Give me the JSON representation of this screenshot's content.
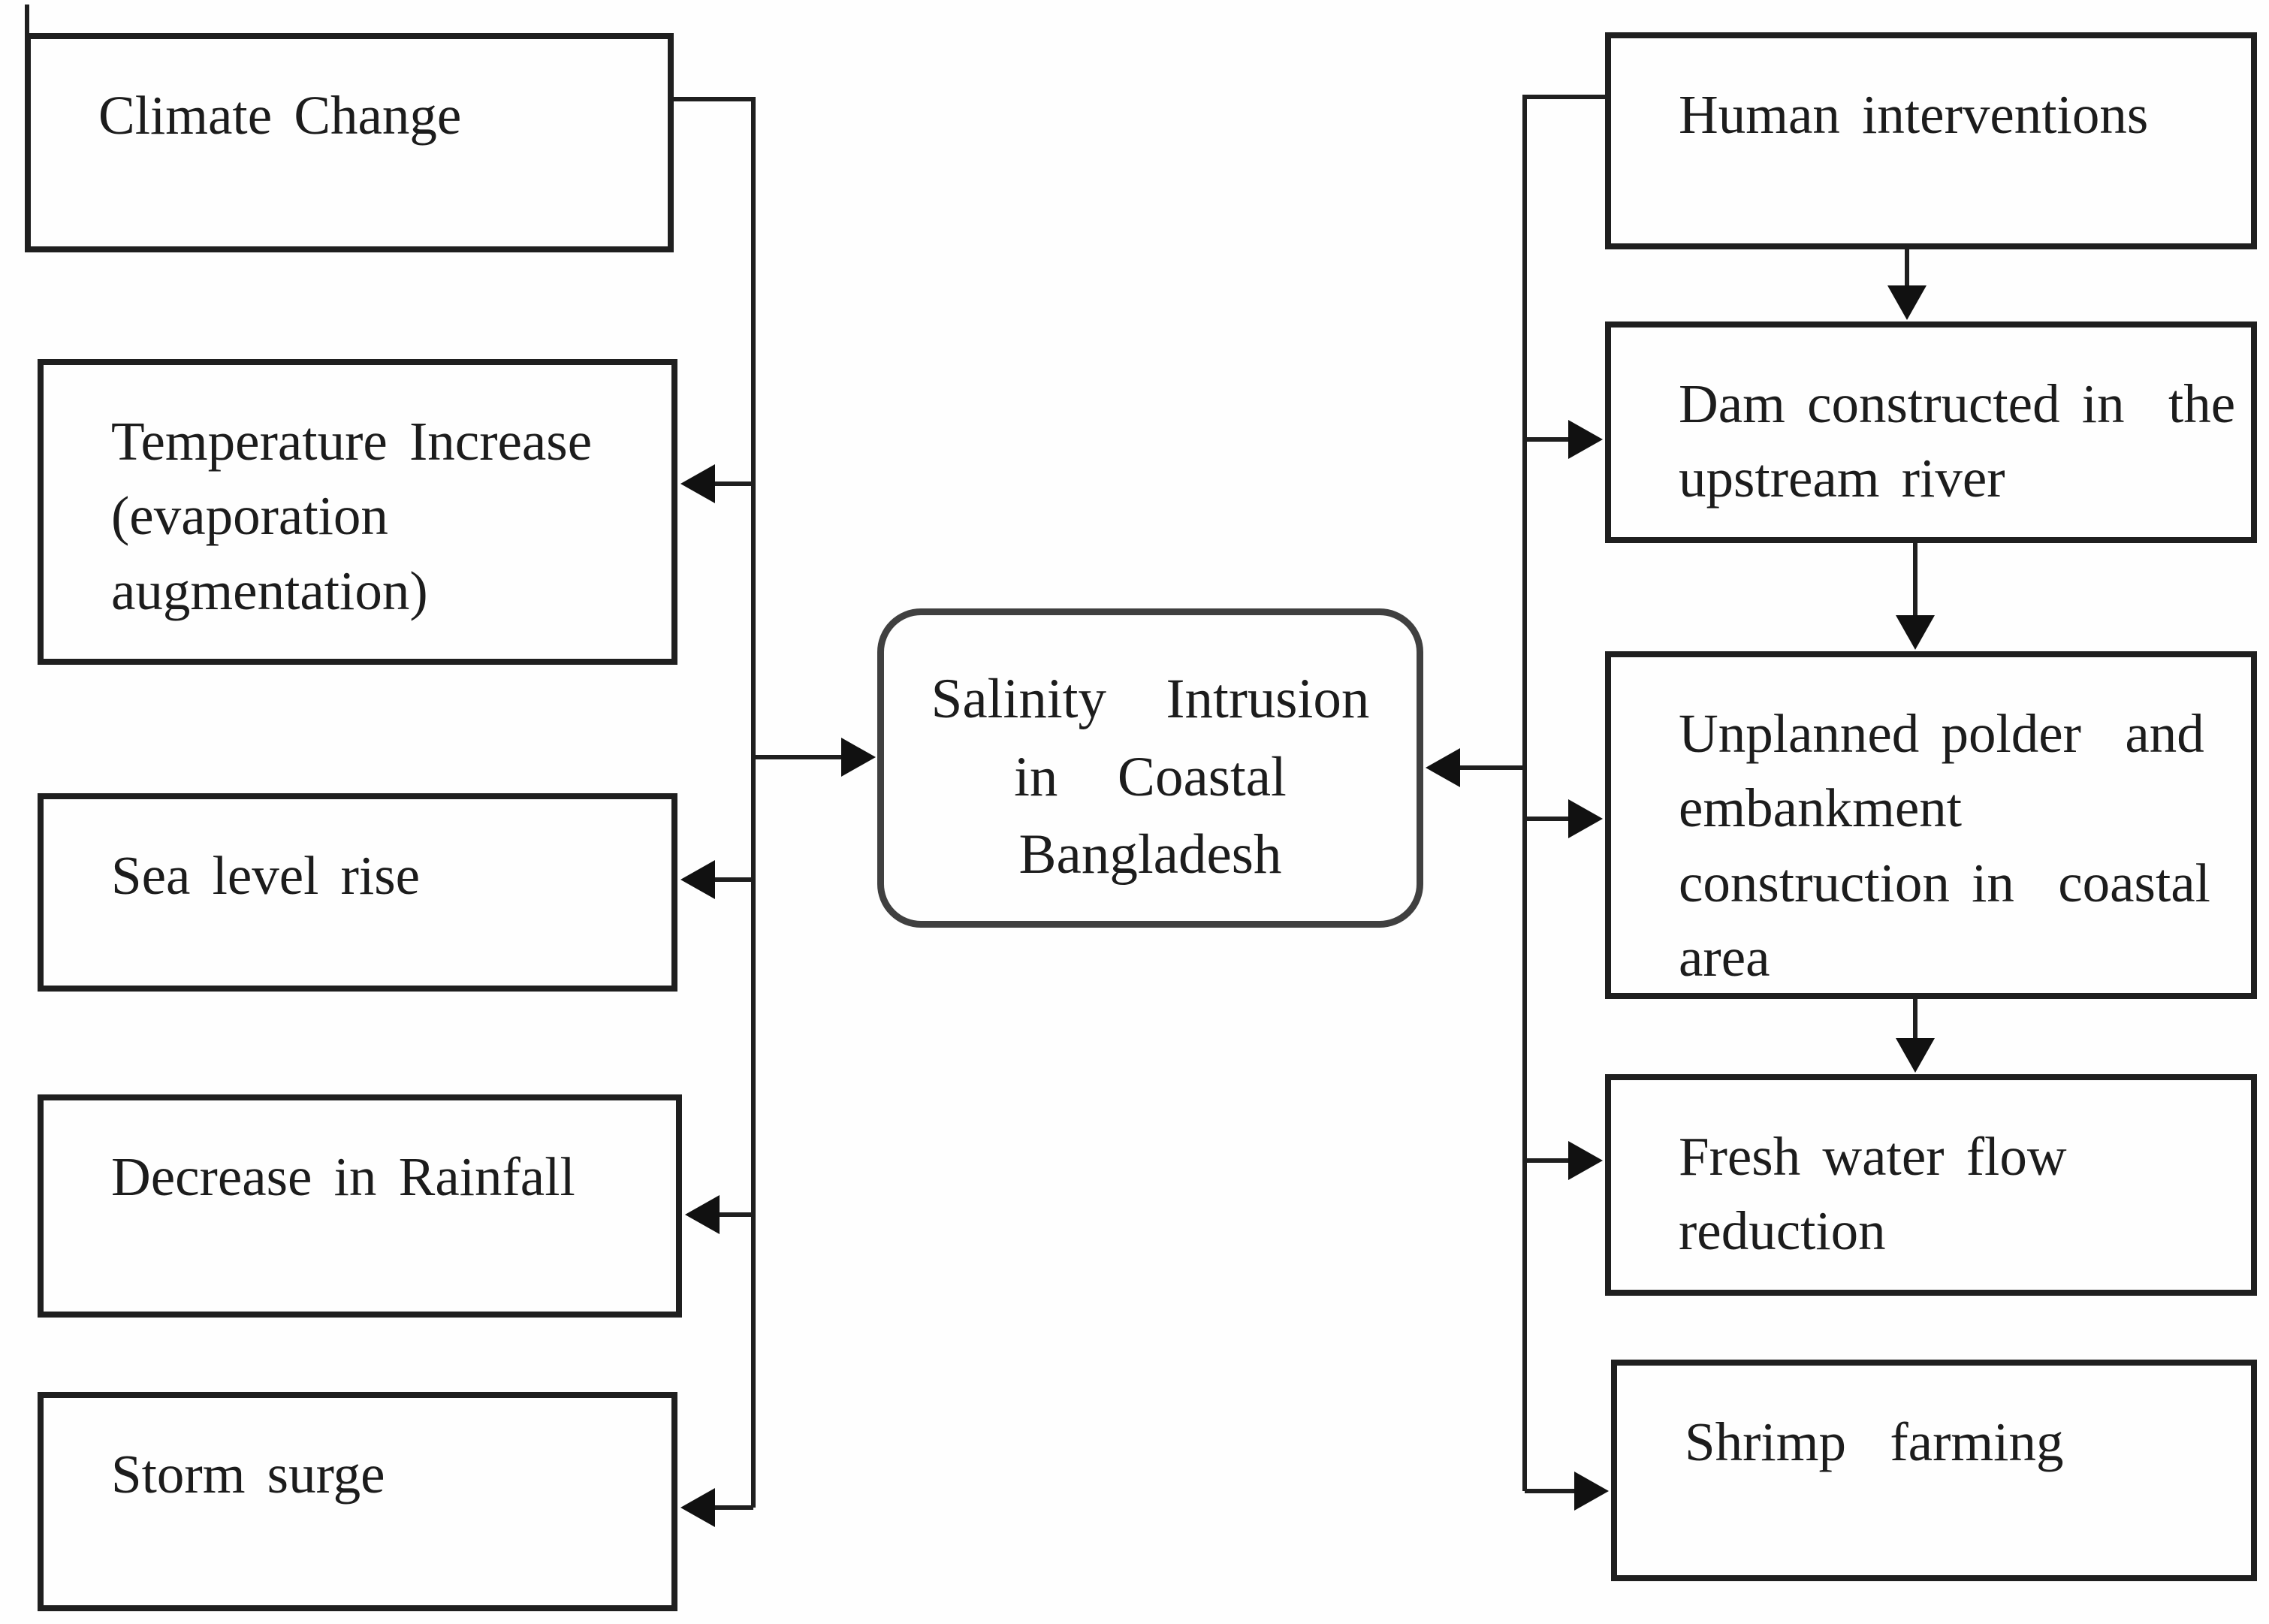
{
  "diagram": {
    "title_semantic": "Causes of salinity intrusion in coastal Bangladesh",
    "background_color": "#fefefe",
    "line_color": "#1f1f1f",
    "box_border_color": "#1f1f1f",
    "center_box_border_color": "#404040",
    "text_color": "#1c1c1c",
    "nodes": {
      "climate_change": {
        "label": "Climate Change"
      },
      "temperature_increase": {
        "label": "Temperature Increase\n(evaporation\naugmentation)"
      },
      "sea_level_rise": {
        "label": "Sea level rise"
      },
      "decrease_in_rainfall": {
        "label": "Decrease in Rainfall"
      },
      "storm_surge": {
        "label": "Storm surge"
      },
      "salinity_intrusion": {
        "label": "Salinity  Intrusion\nin  Coastal\nBangladesh"
      },
      "human_interventions": {
        "label": "Human interventions"
      },
      "dam_constructed": {
        "label": "Dam constructed in  the\nupstream river"
      },
      "unplanned_polder": {
        "label": "Unplanned polder  and\nembankment\nconstruction in  coastal\narea"
      },
      "fresh_water_flow": {
        "label": "Fresh water flow\nreduction"
      },
      "shrimp_farming": {
        "label": "Shrimp  farming"
      }
    },
    "edges": [
      {
        "from": "climate_change",
        "to": "left_trunk",
        "arrow": false
      },
      {
        "from": "left_trunk",
        "to": "temperature_increase",
        "arrow": true
      },
      {
        "from": "left_trunk",
        "to": "sea_level_rise",
        "arrow": true
      },
      {
        "from": "left_trunk",
        "to": "decrease_in_rainfall",
        "arrow": true
      },
      {
        "from": "left_trunk",
        "to": "storm_surge",
        "arrow": true
      },
      {
        "from": "left_trunk",
        "to": "salinity_intrusion",
        "arrow": true
      },
      {
        "from": "human_interventions",
        "to": "right_trunk",
        "arrow": false
      },
      {
        "from": "right_trunk",
        "to": "dam_constructed",
        "arrow": true
      },
      {
        "from": "right_trunk",
        "to": "unplanned_polder",
        "arrow": true
      },
      {
        "from": "right_trunk",
        "to": "fresh_water_flow",
        "arrow": true
      },
      {
        "from": "right_trunk",
        "to": "shrimp_farming",
        "arrow": true
      },
      {
        "from": "right_trunk",
        "to": "salinity_intrusion",
        "arrow": true
      },
      {
        "from": "human_interventions",
        "to": "dam_constructed",
        "arrow": true
      },
      {
        "from": "dam_constructed",
        "to": "unplanned_polder",
        "arrow": true
      },
      {
        "from": "unplanned_polder",
        "to": "fresh_water_flow",
        "arrow": true
      }
    ]
  }
}
